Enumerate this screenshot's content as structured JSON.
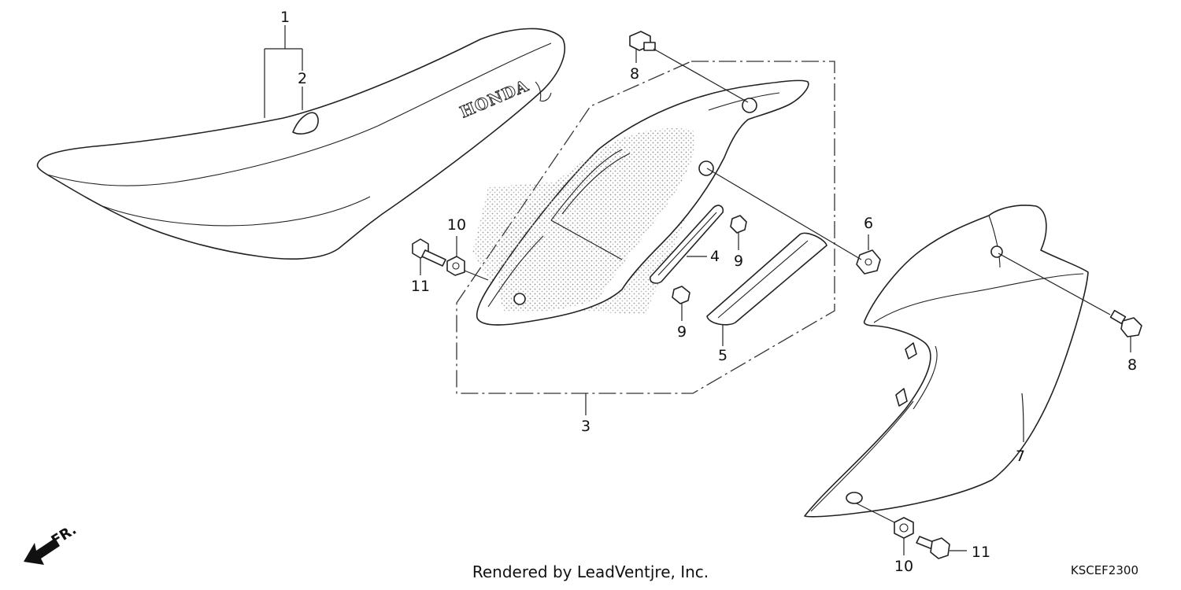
{
  "diagram": {
    "callouts": [
      "1",
      "2",
      "3",
      "4",
      "5",
      "6",
      "7",
      "8",
      "8",
      "9",
      "9",
      "10",
      "10",
      "11",
      "11"
    ],
    "seat_brand": "HONDA",
    "direction_label": "FR.",
    "credit": "Rendered by LeadVentjre, Inc.",
    "diagram_code": "KSCEF2300"
  }
}
